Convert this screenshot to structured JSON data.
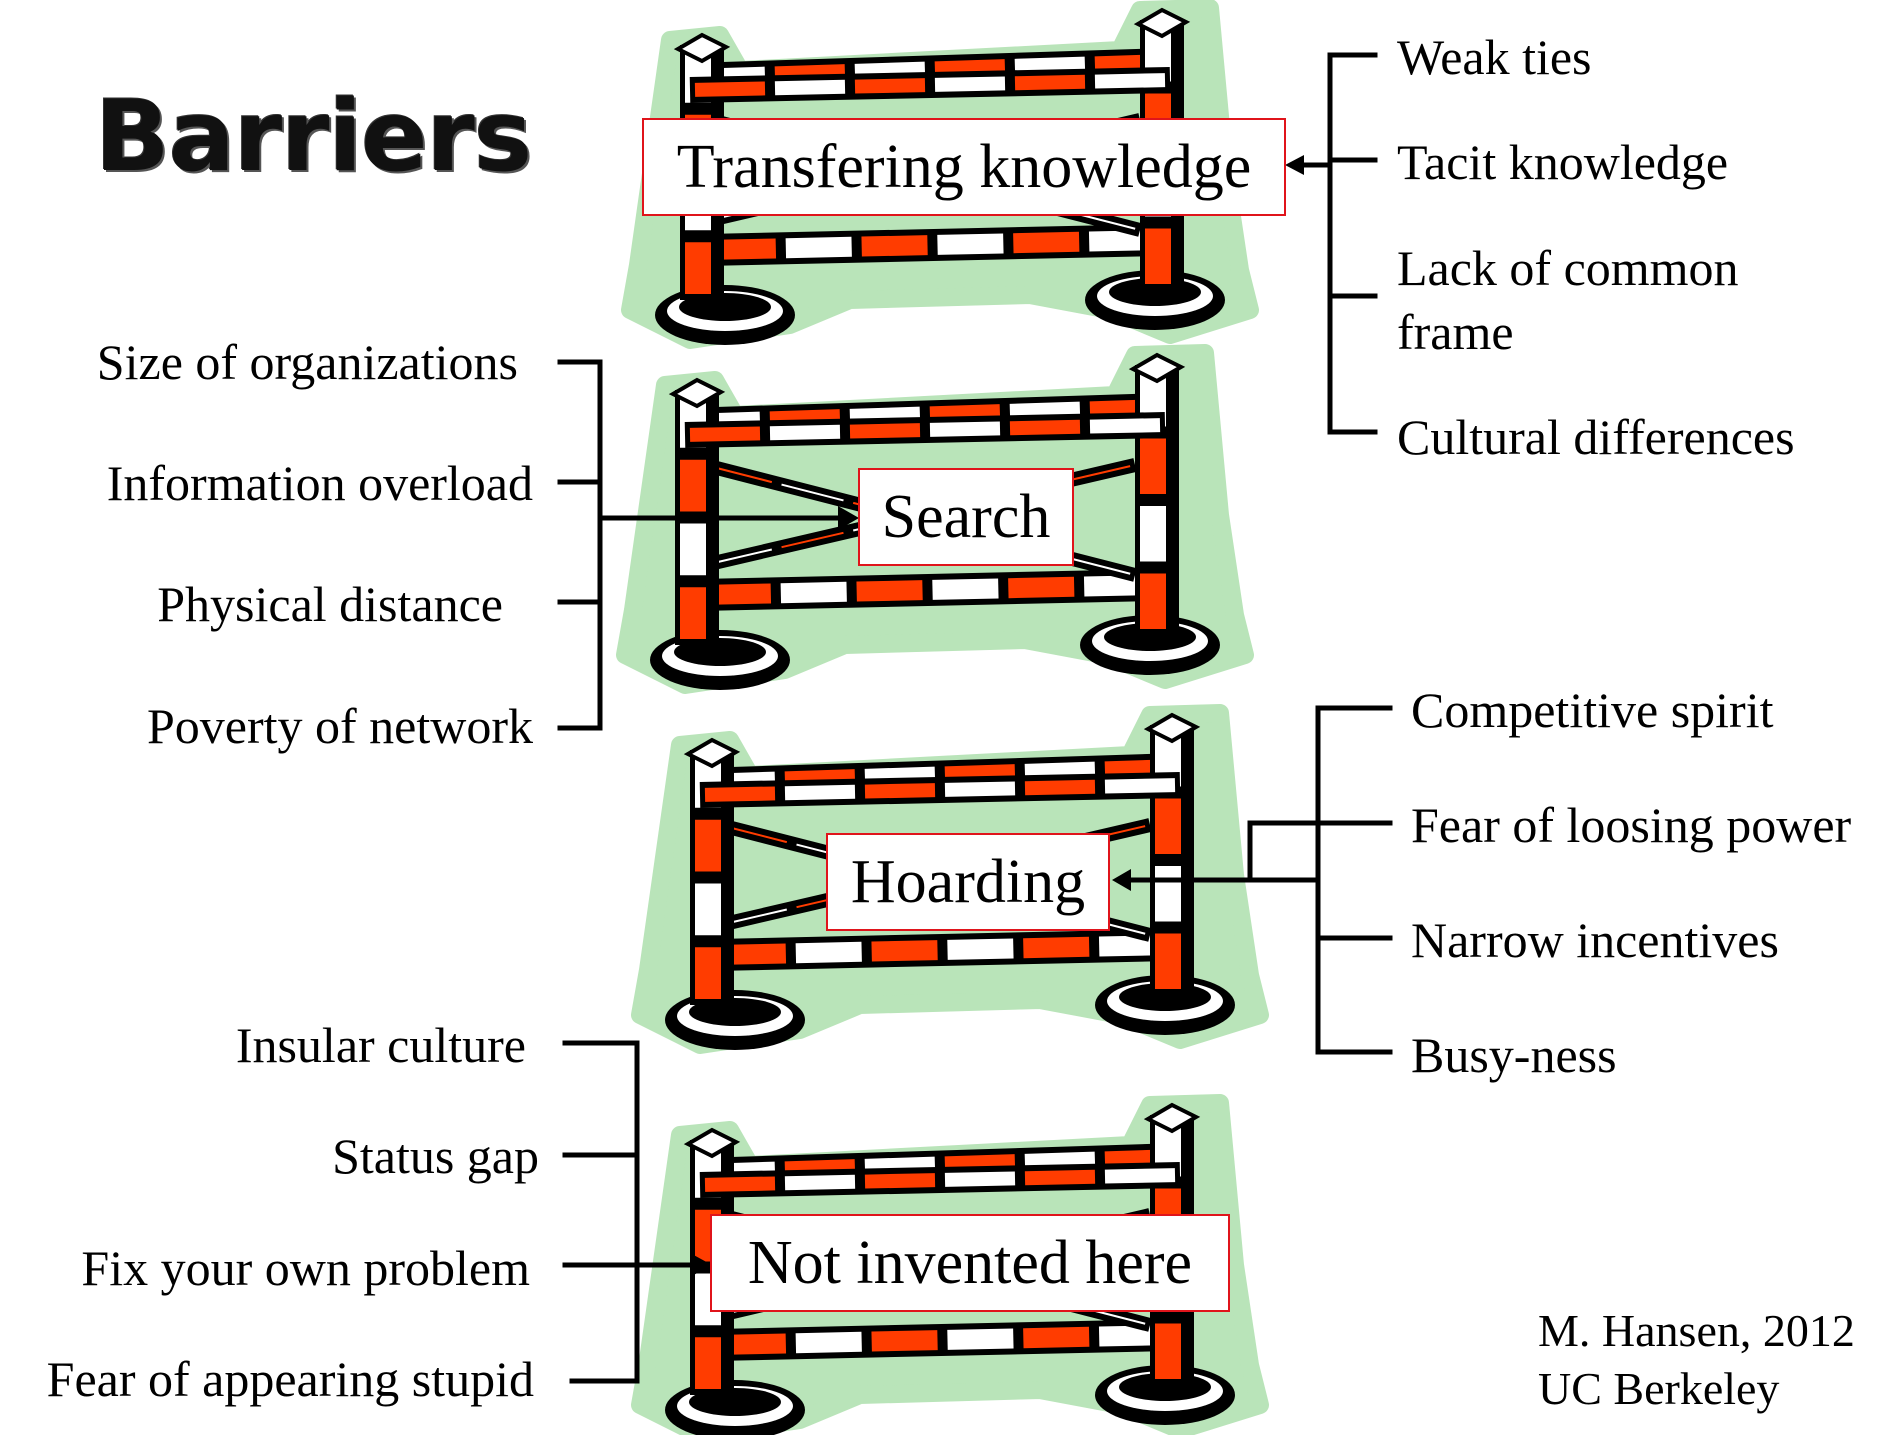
{
  "title": "Barriers",
  "colors": {
    "barrier_red": "#ff3c00",
    "barrier_black": "#000000",
    "halo_green": "#b9e4b9",
    "box_border": "#e0141b"
  },
  "barriers": [
    {
      "label": "Transfering knowledge",
      "causes_side": "right",
      "causes": [
        "Weak ties",
        "Tacit knowledge",
        "Lack of common",
        "frame",
        "Cultural differences"
      ]
    },
    {
      "label": "Search",
      "causes_side": "left",
      "causes": [
        "Size of organizations",
        "Information overload",
        "Physical distance",
        "Poverty of network"
      ]
    },
    {
      "label": "Hoarding",
      "causes_side": "right",
      "causes": [
        "Competitive spirit",
        "Fear of loosing power",
        "Narrow incentives",
        "Busy-ness"
      ]
    },
    {
      "label": "Not invented here",
      "causes_side": "left",
      "causes": [
        "Insular culture",
        "Status gap",
        "Fix your own problem",
        "Fear of appearing stupid"
      ]
    }
  ],
  "credit": {
    "author": "M. Hansen, 2012",
    "institution": "UC Berkeley"
  }
}
